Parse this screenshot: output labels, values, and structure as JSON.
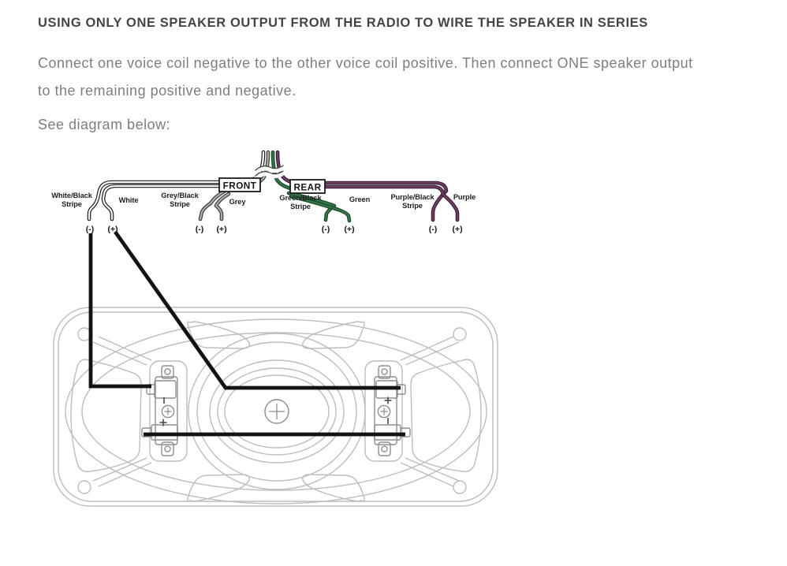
{
  "header": {
    "title": "USING ONLY ONE SPEAKER OUTPUT FROM THE RADIO TO WIRE THE SPEAKER IN SERIES"
  },
  "body": {
    "line1": "Connect one voice coil negative to the other voice coil positive. Then connect ONE speaker output",
    "line2": "to the remaining positive and negative.",
    "see_diagram": "See diagram below:"
  },
  "diagram": {
    "front_label": "FRONT",
    "rear_label": "REAR",
    "neg": "(-)",
    "pos": "(+)",
    "labels": {
      "white_black": {
        "l1": "White/Black",
        "l2": "Stripe"
      },
      "white": "White",
      "grey_black": {
        "l1": "Grey/Black",
        "l2": "Stripe"
      },
      "grey": "Grey",
      "green_black": {
        "l1": "Green/Black",
        "l2": "Stripe"
      },
      "green": "Green",
      "purple_black": {
        "l1": "Purple/Black",
        "l2": "Stripe"
      },
      "purple": "Purple"
    },
    "colors": {
      "green": "#35754c",
      "green_dark": "#1d4c2c",
      "purple": "#6b4163",
      "purple_dark": "#3a1d36",
      "grey": "#adadad",
      "grey_dark": "#3d3d3d",
      "white_wire": "#ffffff",
      "wire_outline": "#1a1a1a",
      "hookup_wire": "#131313",
      "speaker_line": "#bcbdbc"
    }
  }
}
